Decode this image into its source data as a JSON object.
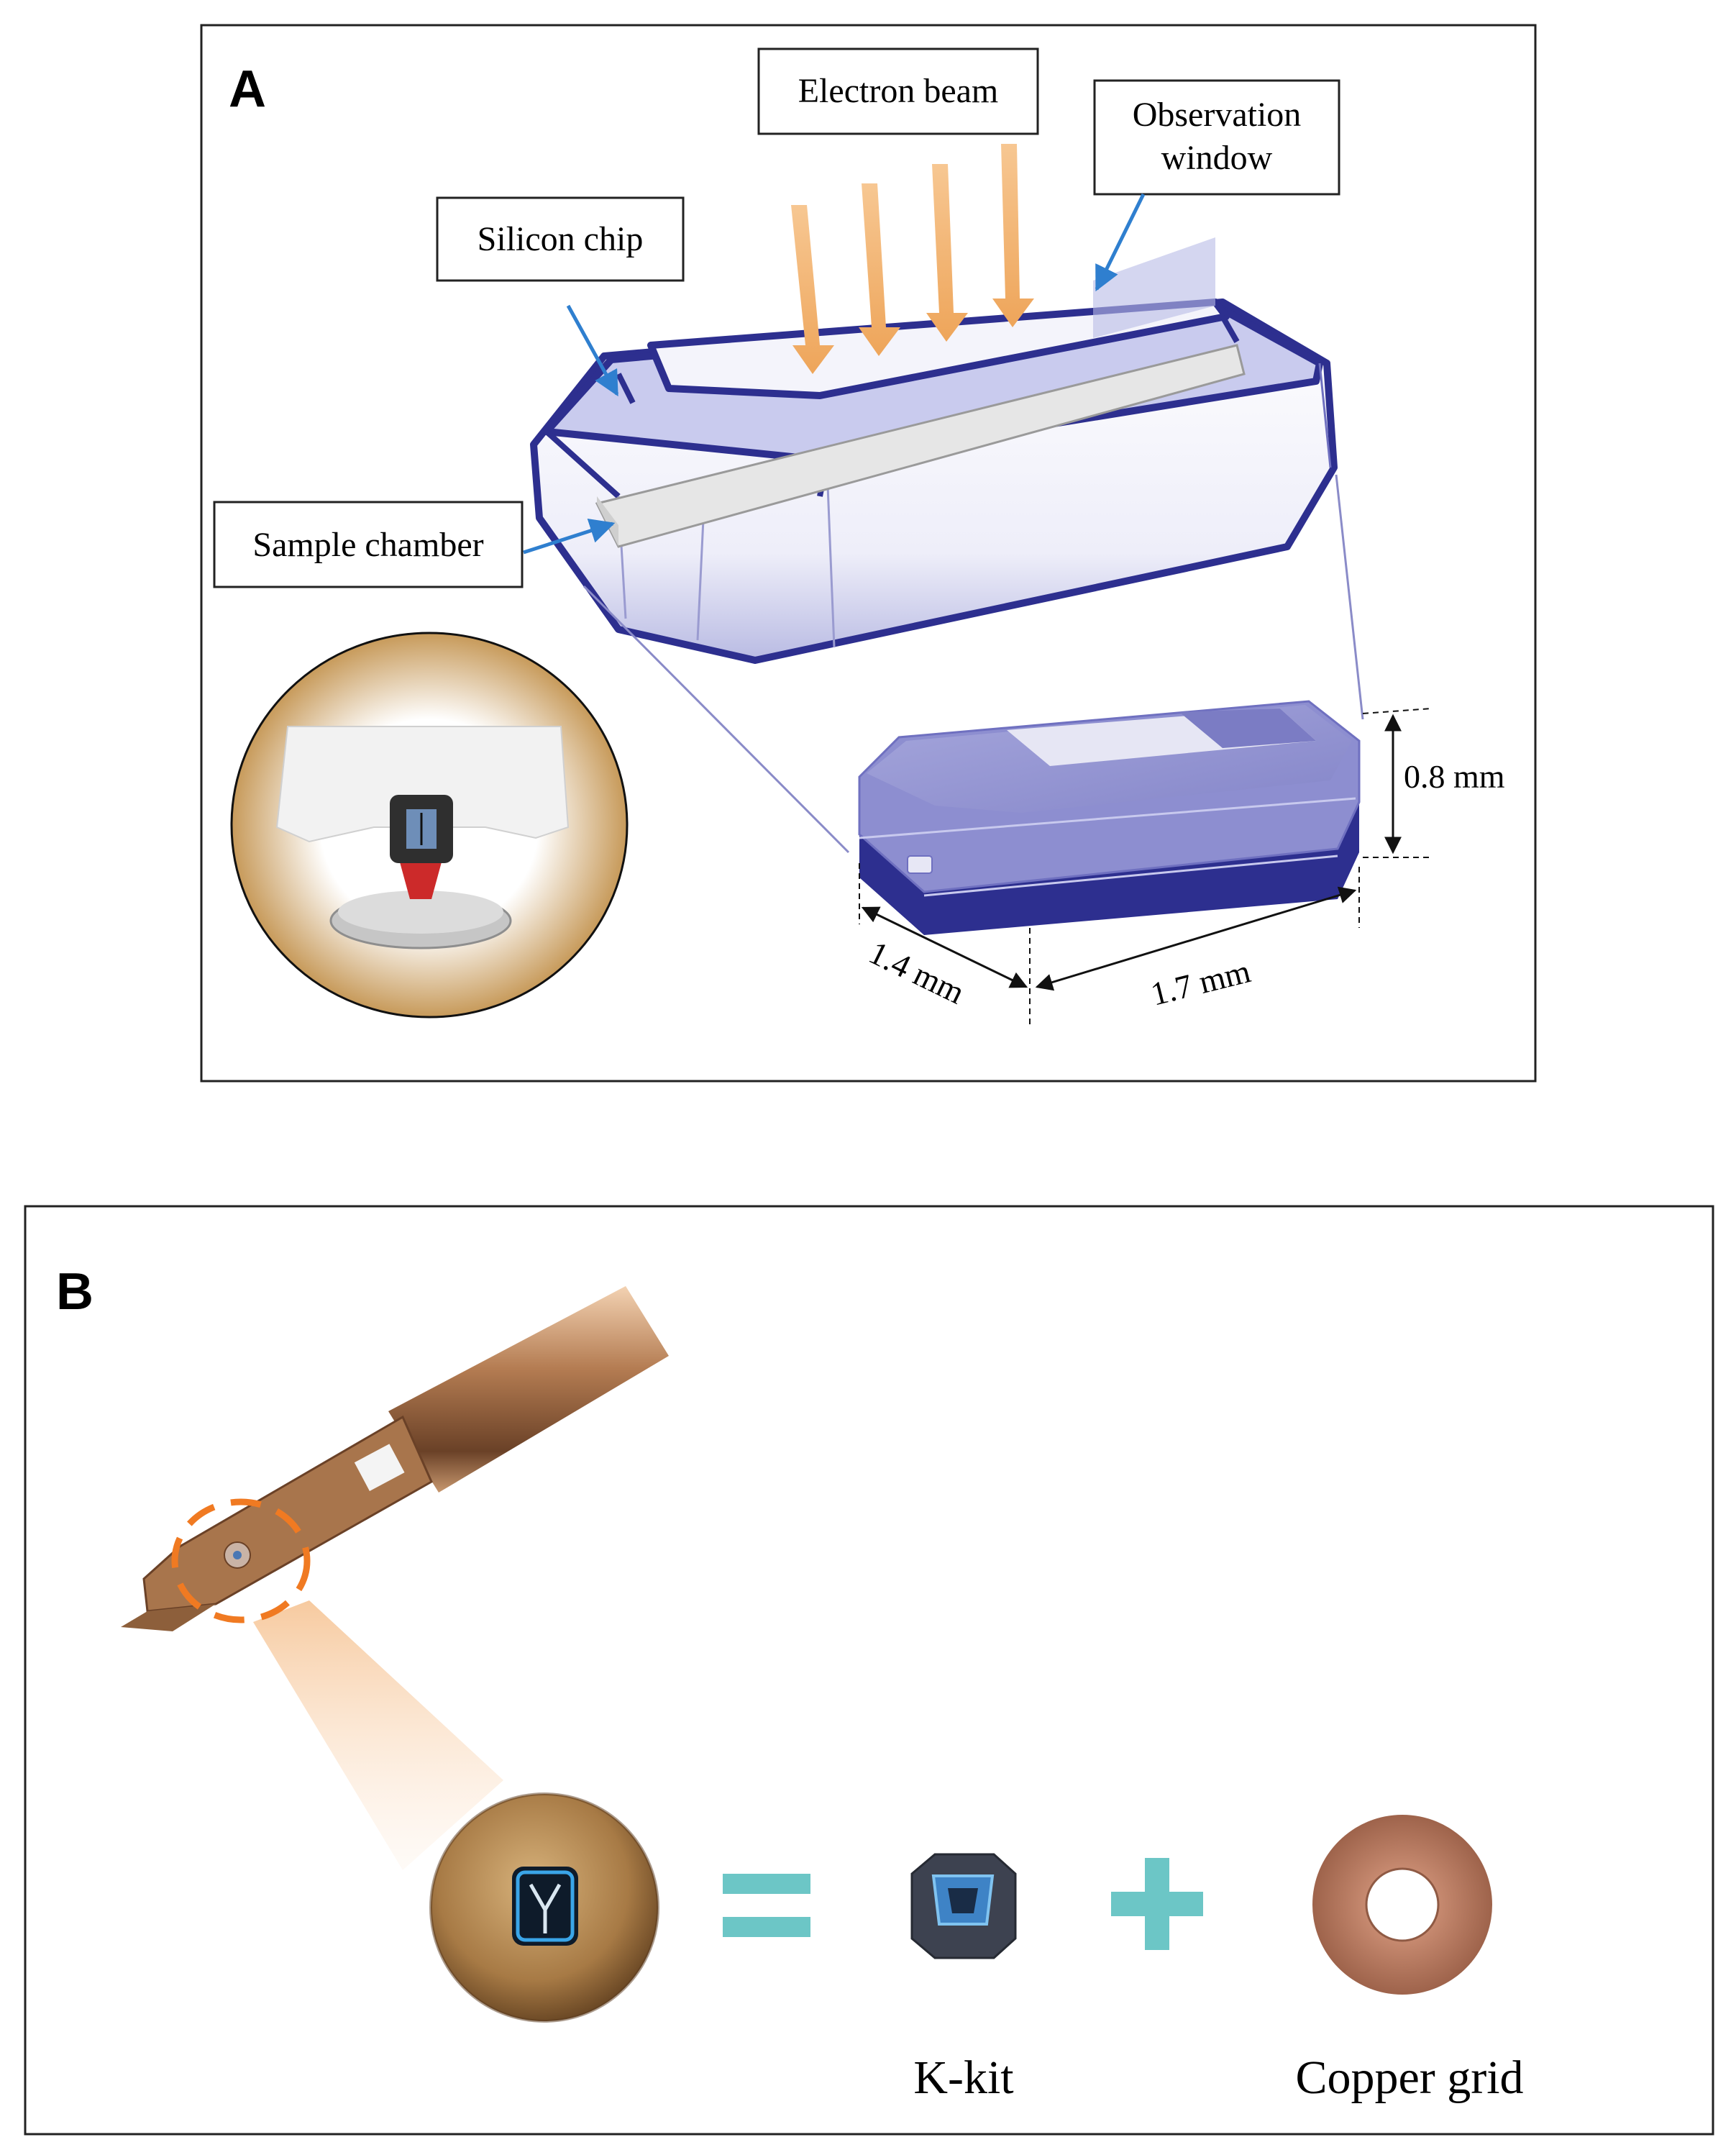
{
  "panel_a": {
    "letter": "A",
    "labels": {
      "electron_beam": "Electron beam",
      "observation_window_line1": "Observation",
      "observation_window_line2": "window",
      "silicon_chip": "Silicon chip",
      "sample_chamber": "Sample chamber"
    },
    "dimensions": {
      "height": "0.8 mm",
      "depth": "1.4 mm",
      "width": "1.7 mm"
    }
  },
  "panel_b": {
    "letter": "B",
    "labels": {
      "k_kit": "K-kit",
      "copper_grid": "Copper grid"
    },
    "operators": {
      "equals": "=",
      "plus": "+"
    }
  },
  "colors": {
    "chip_outline": "#2d2f8f",
    "chip_fill": "#dfe0f5",
    "beam": "#f2b26b",
    "arrow_blue": "#2f7fcf",
    "small_chip": "#6f70c0",
    "highlight_orange": "#f07a22",
    "operator_teal": "#6cc6c6",
    "copper": "#b5735a"
  }
}
